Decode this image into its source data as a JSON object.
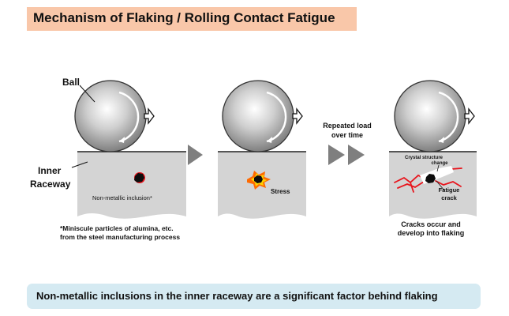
{
  "title": "Mechanism of Flaking / Rolling Contact Fatigue",
  "labels": {
    "ball": "Ball",
    "inner_line1": "Inner",
    "inner_line2": "Raceway",
    "inclusion": "Non-metallic inclusion*",
    "footnote_line1": "*Miniscule particles of alumina, etc.",
    "footnote_line2": "from the steel manufacturing process",
    "stress": "Stress",
    "repeated_line1": "Repeated load",
    "repeated_line2": "over time",
    "crystal_line1": "Crystal structure",
    "crystal_line2": "change",
    "fatigue_line1": "Fatigue",
    "fatigue_line2": "crack",
    "cracks_line1": "Cracks occur and",
    "cracks_line2": "develop into flaking"
  },
  "conclusion": "Non-metallic inclusions in the inner raceway are a significant factor behind flaking",
  "colors": {
    "title_bg": "#f9c7a9",
    "footer_bg": "#d5eaf2",
    "raceway": "#d4d4d4",
    "step_arrow": "#7f7f7f",
    "crack": "#e8141c",
    "stress_burst": "#ff6a00"
  }
}
